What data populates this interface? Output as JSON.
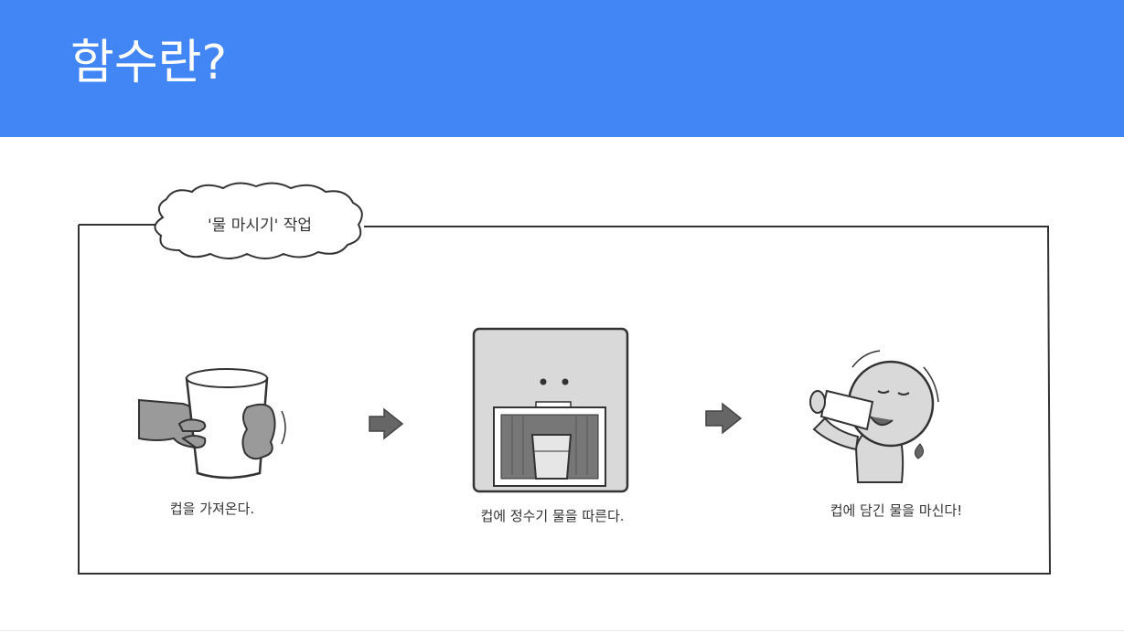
{
  "slide": {
    "title": "함수란?",
    "header_color": "#4285f4"
  },
  "illustration": {
    "bubble_label": "'물 마시기' 작업",
    "steps": [
      {
        "caption": "컵을 가져온다."
      },
      {
        "caption": "컵에 정수기 물을 따른다."
      },
      {
        "caption": "컵에 담긴 물을 마신다!"
      }
    ],
    "arrow_icon": "right-arrow-icon"
  }
}
